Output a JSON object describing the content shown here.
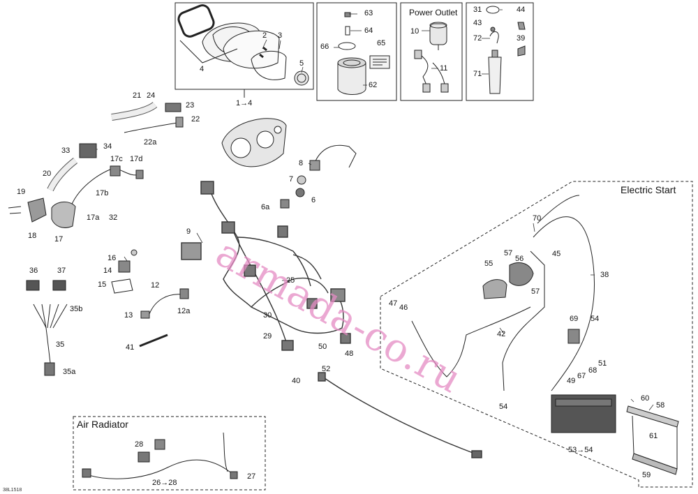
{
  "boxes": {
    "gauge_box": {
      "labels": [
        "1→4"
      ]
    },
    "power_outlet": {
      "title": "Power Outlet"
    },
    "electric_start": {
      "title": "Electric Start"
    },
    "air_radiator": {
      "title": "Air Radiator"
    }
  },
  "callouts": [
    {
      "id": "c-2",
      "text": "2"
    },
    {
      "id": "c-3",
      "text": "3"
    },
    {
      "id": "c-4",
      "text": "4"
    },
    {
      "id": "c-5",
      "text": "5"
    },
    {
      "id": "c-1-4",
      "text": "1→4"
    },
    {
      "id": "c-63",
      "text": "63"
    },
    {
      "id": "c-64",
      "text": "64"
    },
    {
      "id": "c-66",
      "text": "66"
    },
    {
      "id": "c-65",
      "text": "65"
    },
    {
      "id": "c-62",
      "text": "62"
    },
    {
      "id": "c-10",
      "text": "10"
    },
    {
      "id": "c-11",
      "text": "11"
    },
    {
      "id": "c-31",
      "text": "31"
    },
    {
      "id": "c-44",
      "text": "44"
    },
    {
      "id": "c-43",
      "text": "43"
    },
    {
      "id": "c-72",
      "text": "72"
    },
    {
      "id": "c-39",
      "text": "39"
    },
    {
      "id": "c-71",
      "text": "71"
    },
    {
      "id": "c-21",
      "text": "21"
    },
    {
      "id": "c-24",
      "text": "24"
    },
    {
      "id": "c-23",
      "text": "23"
    },
    {
      "id": "c-22",
      "text": "22"
    },
    {
      "id": "c-22a",
      "text": "22a"
    },
    {
      "id": "c-33",
      "text": "33"
    },
    {
      "id": "c-34",
      "text": "34"
    },
    {
      "id": "c-17c",
      "text": "17c"
    },
    {
      "id": "c-17d",
      "text": "17d"
    },
    {
      "id": "c-20",
      "text": "20"
    },
    {
      "id": "c-17b",
      "text": "17b"
    },
    {
      "id": "c-19",
      "text": "19"
    },
    {
      "id": "c-17a",
      "text": "17a"
    },
    {
      "id": "c-32",
      "text": "32"
    },
    {
      "id": "c-18",
      "text": "18"
    },
    {
      "id": "c-17",
      "text": "17"
    },
    {
      "id": "c-8",
      "text": "8"
    },
    {
      "id": "c-7",
      "text": "7"
    },
    {
      "id": "c-6",
      "text": "6"
    },
    {
      "id": "c-6a",
      "text": "6a"
    },
    {
      "id": "c-9",
      "text": "9"
    },
    {
      "id": "c-16",
      "text": "16"
    },
    {
      "id": "c-14",
      "text": "14"
    },
    {
      "id": "c-15",
      "text": "15"
    },
    {
      "id": "c-12",
      "text": "12"
    },
    {
      "id": "c-12a",
      "text": "12a"
    },
    {
      "id": "c-13",
      "text": "13"
    },
    {
      "id": "c-36",
      "text": "36"
    },
    {
      "id": "c-37",
      "text": "37"
    },
    {
      "id": "c-35b",
      "text": "35b"
    },
    {
      "id": "c-35",
      "text": "35"
    },
    {
      "id": "c-35a",
      "text": "35a"
    },
    {
      "id": "c-25",
      "text": "25"
    },
    {
      "id": "c-30",
      "text": "30"
    },
    {
      "id": "c-29",
      "text": "29"
    },
    {
      "id": "c-41",
      "text": "41"
    },
    {
      "id": "c-50",
      "text": "50"
    },
    {
      "id": "c-48",
      "text": "48"
    },
    {
      "id": "c-52",
      "text": "52"
    },
    {
      "id": "c-40",
      "text": "40"
    },
    {
      "id": "c-70",
      "text": "70"
    },
    {
      "id": "c-57a",
      "text": "57"
    },
    {
      "id": "c-56",
      "text": "56"
    },
    {
      "id": "c-55",
      "text": "55"
    },
    {
      "id": "c-45",
      "text": "45"
    },
    {
      "id": "c-57b",
      "text": "57"
    },
    {
      "id": "c-38",
      "text": "38"
    },
    {
      "id": "c-47",
      "text": "47"
    },
    {
      "id": "c-46",
      "text": "46"
    },
    {
      "id": "c-42",
      "text": "42"
    },
    {
      "id": "c-69",
      "text": "69"
    },
    {
      "id": "c-54a",
      "text": "54"
    },
    {
      "id": "c-51",
      "text": "51"
    },
    {
      "id": "c-68",
      "text": "68"
    },
    {
      "id": "c-67",
      "text": "67"
    },
    {
      "id": "c-49",
      "text": "49"
    },
    {
      "id": "c-54b",
      "text": "54"
    },
    {
      "id": "c-60",
      "text": "60"
    },
    {
      "id": "c-58",
      "text": "58"
    },
    {
      "id": "c-61",
      "text": "61"
    },
    {
      "id": "c-53-54",
      "text": "53→54"
    },
    {
      "id": "c-59",
      "text": "59"
    },
    {
      "id": "c-28",
      "text": "28"
    },
    {
      "id": "c-27",
      "text": "27"
    },
    {
      "id": "c-26-28",
      "text": "26→28"
    }
  ],
  "watermark": "armada-co.ru",
  "reference": "38L1518"
}
